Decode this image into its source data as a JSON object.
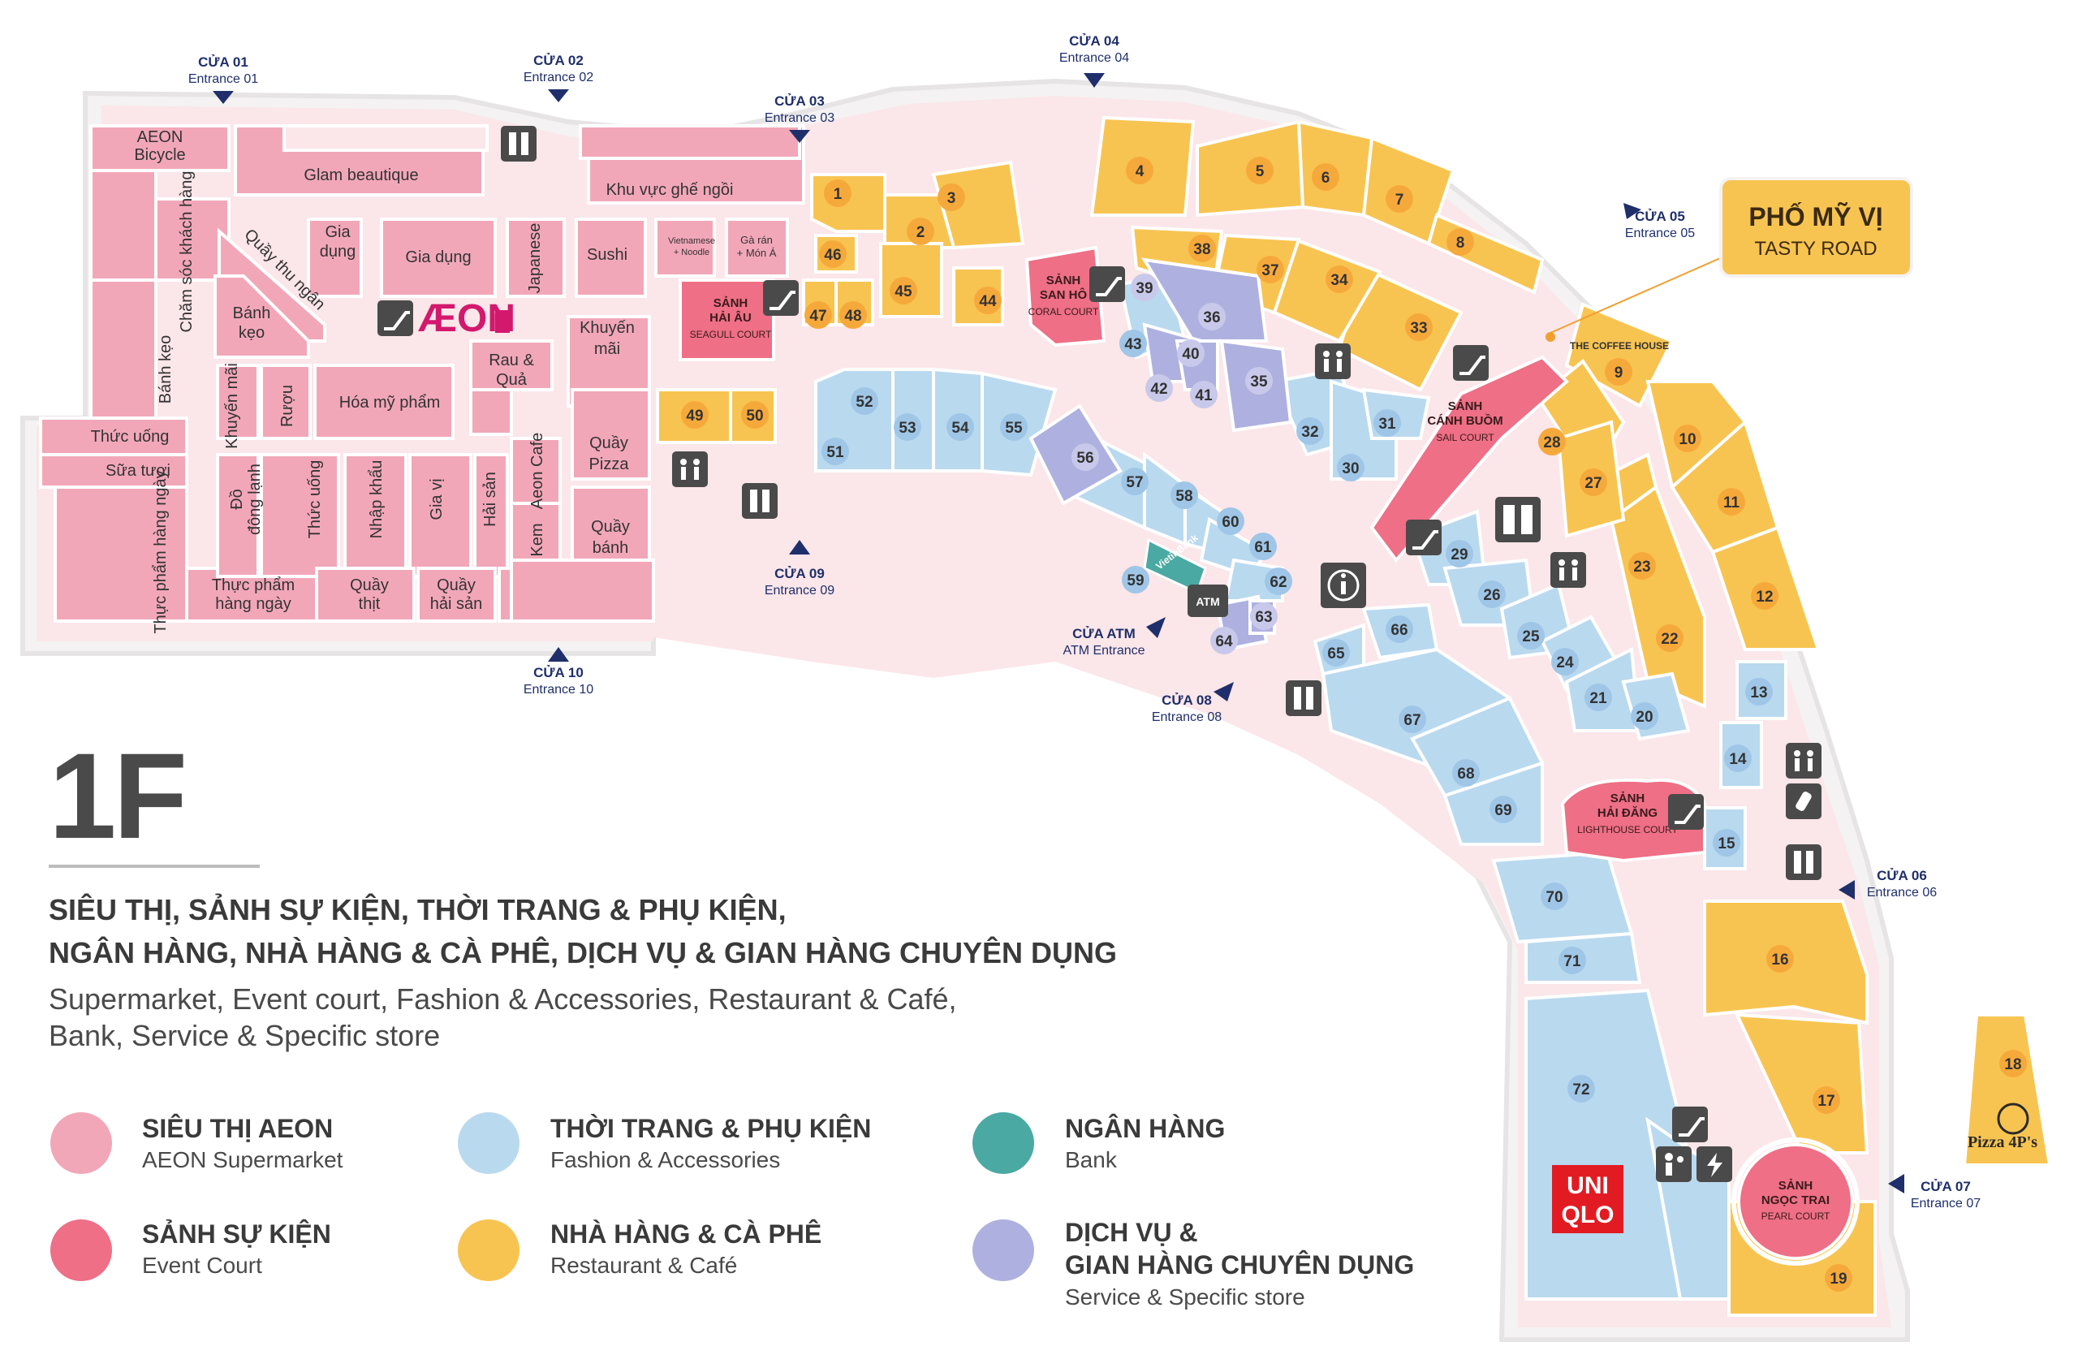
{
  "floor_label": "1F",
  "title_vi_line1": "SIÊU THỊ, SẢNH SỰ KIỆN, THỜI TRANG & PHỤ KIỆN,",
  "title_vi_line2": "NGÂN HÀNG, NHÀ HÀNG & CÀ PHÊ, DỊCH VỤ & GIAN HÀNG CHUYÊN DỤNG",
  "title_en_line1": "Supermarket, Event court, Fashion & Accessories, Restaurant & Café,",
  "title_en_line2": "Bank, Service & Specific store",
  "colors": {
    "aeon": "#f2a7b9",
    "event": "#ee6f86",
    "fashion": "#b9d9ef",
    "restaurant": "#f8c451",
    "bank": "#4aaaa3",
    "service": "#aeb1df",
    "corridor": "#fbe6e9",
    "outline": "#f2f2f2",
    "entrance": "#1f2f6b"
  },
  "legend": [
    {
      "vi": "SIÊU THỊ AEON",
      "en": "AEON Supermarket",
      "color_key": "aeon"
    },
    {
      "vi": "SẢNH SỰ KIỆN",
      "en": "Event Court",
      "color_key": "event"
    },
    {
      "vi": "THỜI TRANG & PHỤ KIỆN",
      "en": "Fashion & Accessories",
      "color_key": "fashion"
    },
    {
      "vi": "NHÀ HÀNG & CÀ PHÊ",
      "en": "Restaurant & Café",
      "color_key": "restaurant"
    },
    {
      "vi": "NGÂN HÀNG",
      "en": "Bank",
      "color_key": "bank"
    },
    {
      "vi": "DỊCH VỤ &",
      "vi2": "GIAN HÀNG CHUYÊN DỤNG",
      "en": "Service & Specific store",
      "color_key": "service"
    }
  ],
  "entrances": [
    {
      "vi": "CỬA 01",
      "en": "Entrance 01"
    },
    {
      "vi": "CỬA 02",
      "en": "Entrance 02"
    },
    {
      "vi": "CỬA 03",
      "en": "Entrance 03"
    },
    {
      "vi": "CỬA 04",
      "en": "Entrance 04"
    },
    {
      "vi": "CỬA 05",
      "en": "Entrance 05"
    },
    {
      "vi": "CỬA 06",
      "en": "Entrance 06"
    },
    {
      "vi": "CỬA 07",
      "en": "Entrance 07"
    },
    {
      "vi": "CỬA 08",
      "en": "Entrance 08"
    },
    {
      "vi": "CỬA 09",
      "en": "Entrance 09"
    },
    {
      "vi": "CỬA 10",
      "en": "Entrance 10"
    },
    {
      "vi": "CỬA ATM",
      "en": "ATM Entrance"
    }
  ],
  "tasty_road": {
    "vi": "PHỐ MỸ VỊ",
    "en": "TASTY ROAD"
  },
  "courts": [
    {
      "vi1": "SẢNH",
      "vi2": "HẢI ÂU",
      "en": "SEAGULL COURT"
    },
    {
      "vi1": "SẢNH",
      "vi2": "SAN HÔ",
      "en": "CORAL COURT"
    },
    {
      "vi1": "SẢNH",
      "vi2": "CÁNH BUỒM",
      "en": "SAIL COURT"
    },
    {
      "vi1": "SẢNH",
      "vi2": "HẢI ĐĂNG",
      "en": "LIGHTHOUSE COURT"
    },
    {
      "vi1": "SẢNH",
      "vi2": "NGỌC TRAI",
      "en": "PEARL COURT"
    }
  ],
  "aeon_stores": {
    "bicycle": [
      "AEON",
      "Bicycle"
    ],
    "glam": "Glam beautique",
    "khu_vuc": "Khu vực ghế ngồi",
    "cham_soc": "Chăm sóc khách hàng",
    "gia_dung_small": [
      "Gia",
      "dụng"
    ],
    "gia_dung": "Gia dụng",
    "quay_thu_ngan": "Quầy thu ngân",
    "japanese": "Japanese",
    "sushi": "Sushi",
    "vietnamese": [
      "Vietnamese",
      "+ Noodle"
    ],
    "ga_ran": [
      "Gà rán",
      "+ Món Á"
    ],
    "banh_keo_small": [
      "Bánh",
      "kẹo"
    ],
    "banh_keo": "Bánh kẹo",
    "aeon_logo": "ÆON",
    "khuyen_mai_right": [
      "Khuyến",
      "mãi"
    ],
    "rau_qua": [
      "Rau &",
      "Quả"
    ],
    "khuyen_mai_v": "Khuyến mãi",
    "ruou": "Rượu",
    "hoa_my_pham": "Hóa mỹ phẩm",
    "thuc_uong": "Thức uống",
    "sua_tuoi": "Sữa tươi",
    "quay_pizza": [
      "Quầy",
      "Pizza"
    ],
    "aeon_cafe": "Aeon Cafe",
    "thuc_pham_v": "Thực phẩm hàng ngày",
    "do_dong_lanh": [
      "Đồ",
      "đông lạnh"
    ],
    "thuc_uong_v": "Thức uống",
    "nhap_khau": "Nhập khẩu",
    "gia_vi": "Gia vị",
    "hai_san_v": "Hải sản",
    "kem": "Kem",
    "quay_banh": [
      "Quầy",
      "bánh"
    ],
    "thuc_pham_h": [
      "Thực phẩm",
      "hàng ngày"
    ],
    "quay_thit": [
      "Quầy",
      "thịt"
    ],
    "quay_hai_san": [
      "Quầy",
      "hải sản"
    ]
  },
  "brands": {
    "uniqlo": [
      "UNI",
      "QLO"
    ],
    "pizza": "Pizza 4P's",
    "coffee_house": "THE COFFEE HOUSE",
    "atm": "ATM",
    "vietinbank": "VietinBank"
  },
  "units": [
    "1",
    "2",
    "3",
    "4",
    "5",
    "6",
    "7",
    "8",
    "9",
    "10",
    "11",
    "12",
    "13",
    "14",
    "15",
    "16",
    "17",
    "18",
    "19",
    "20",
    "21",
    "22",
    "23",
    "24",
    "25",
    "26",
    "27",
    "28",
    "29",
    "30",
    "31",
    "32",
    "33",
    "34",
    "35",
    "36",
    "37",
    "38",
    "39",
    "40",
    "41",
    "42",
    "43",
    "44",
    "45",
    "46",
    "47",
    "48",
    "49",
    "50",
    "51",
    "52",
    "53",
    "54",
    "55",
    "56",
    "57",
    "58",
    "59",
    "60",
    "61",
    "62",
    "63",
    "64",
    "65",
    "66",
    "67",
    "68",
    "69",
    "70",
    "71",
    "72"
  ]
}
